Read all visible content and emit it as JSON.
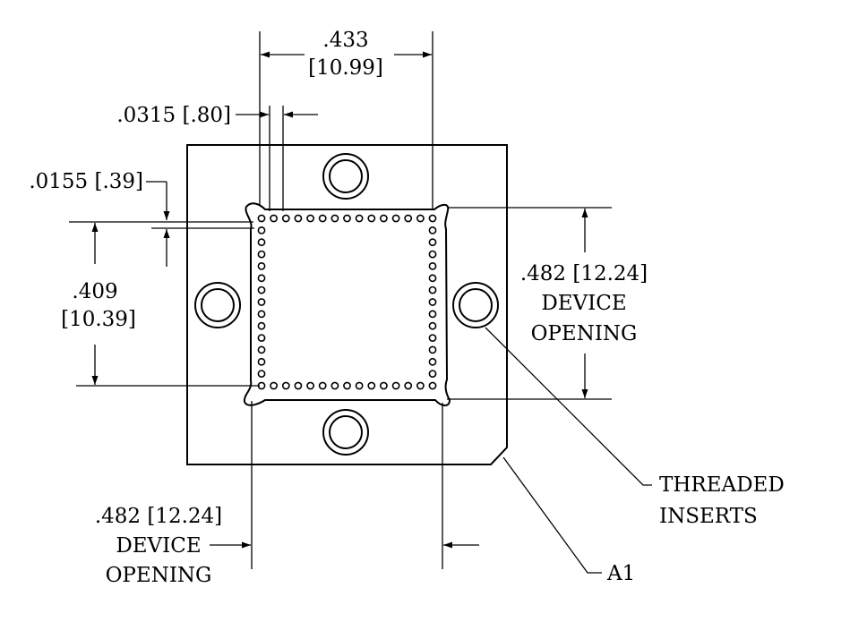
{
  "dimensions": {
    "top_width": {
      "inches": ".433",
      "mm": "[10.99]"
    },
    "pitch": {
      "text": ".0315 [.80]"
    },
    "offset": {
      "text": ".0155 [.39]"
    },
    "left_height": {
      "inches": ".409",
      "mm": "[10.39]"
    },
    "right_opening": {
      "value": ".482 [12.24]",
      "line2": "DEVICE",
      "line3": "OPENING"
    },
    "bottom_opening": {
      "value": ".482 [12.24]",
      "line2": "DEVICE",
      "line3": "OPENING"
    }
  },
  "callouts": {
    "inserts_line1": "THREADED",
    "inserts_line2": "INSERTS",
    "corner": "A1"
  },
  "contacts": {
    "per_side": 15
  }
}
